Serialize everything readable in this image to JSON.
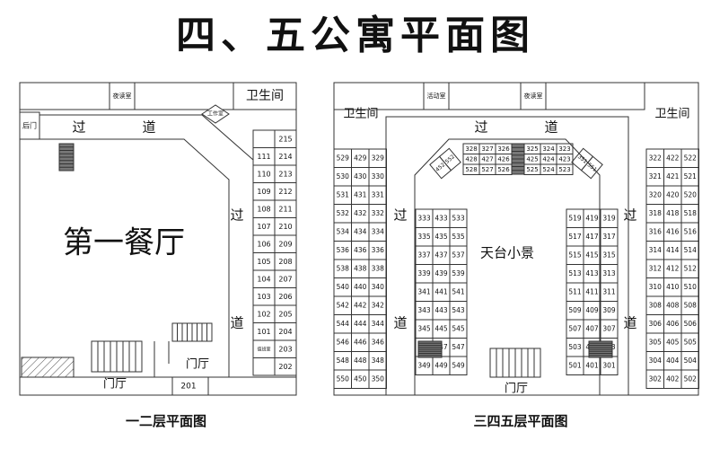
{
  "title": "四、五公寓平面图",
  "left_plan": {
    "caption": "一二层平面图",
    "labels": {
      "night_study": "夜读室",
      "work_room": "工作室",
      "bathroom": "卫生间",
      "back_door": "后门",
      "corridor_top_1": "过",
      "corridor_top_2": "道",
      "corridor_side_1": "过",
      "corridor_side_2": "道",
      "dining_hall": "第一餐厅",
      "lobby_1": "门厅",
      "lobby_2": "门厅",
      "small_room": "值班室"
    },
    "rooms": [
      [
        "",
        "215"
      ],
      [
        "111",
        "214"
      ],
      [
        "110",
        "213"
      ],
      [
        "109",
        "212"
      ],
      [
        "108",
        "211"
      ],
      [
        "107",
        "210"
      ],
      [
        "106",
        "209"
      ],
      [
        "105",
        "208"
      ],
      [
        "104",
        "207"
      ],
      [
        "103",
        "206"
      ],
      [
        "102",
        "205"
      ],
      [
        "101",
        "204"
      ],
      [
        "",
        "203"
      ],
      [
        "",
        "202"
      ]
    ],
    "room_201": "201"
  },
  "right_plan": {
    "caption": "三四五层平面图",
    "labels": {
      "activity_room": "活动室",
      "night_study": "夜读室",
      "bathroom_left": "卫生间",
      "bathroom_right": "卫生间",
      "corridor_top_1": "过",
      "corridor_top_2": "道",
      "corridor_left_1": "过",
      "corridor_left_2": "道",
      "corridor_right_1": "过",
      "corridor_right_2": "道",
      "terrace": "天台小景",
      "lobby": "门厅"
    },
    "left_col": [
      [
        "529",
        "429",
        "329"
      ],
      [
        "530",
        "430",
        "330"
      ],
      [
        "531",
        "431",
        "331"
      ],
      [
        "532",
        "432",
        "332"
      ],
      [
        "534",
        "434",
        "334"
      ],
      [
        "536",
        "436",
        "336"
      ],
      [
        "538",
        "438",
        "338"
      ],
      [
        "540",
        "440",
        "340"
      ],
      [
        "542",
        "442",
        "342"
      ],
      [
        "544",
        "444",
        "344"
      ],
      [
        "546",
        "446",
        "346"
      ],
      [
        "548",
        "448",
        "348"
      ],
      [
        "550",
        "450",
        "350"
      ]
    ],
    "inner_left": [
      [
        "333",
        "433",
        "533"
      ],
      [
        "335",
        "435",
        "535"
      ],
      [
        "337",
        "437",
        "537"
      ],
      [
        "339",
        "439",
        "539"
      ],
      [
        "341",
        "441",
        "541"
      ],
      [
        "343",
        "443",
        "543"
      ],
      [
        "345",
        "445",
        "545"
      ],
      [
        "347",
        "447",
        "547"
      ],
      [
        "349",
        "449",
        "549"
      ]
    ],
    "inner_right": [
      [
        "519",
        "419",
        "319"
      ],
      [
        "517",
        "417",
        "317"
      ],
      [
        "515",
        "415",
        "315"
      ],
      [
        "513",
        "413",
        "313"
      ],
      [
        "511",
        "411",
        "311"
      ],
      [
        "509",
        "409",
        "309"
      ],
      [
        "507",
        "407",
        "307"
      ],
      [
        "503",
        "403",
        "303"
      ],
      [
        "501",
        "401",
        "301"
      ]
    ],
    "right_col": [
      [
        "322",
        "422",
        "522"
      ],
      [
        "321",
        "421",
        "521"
      ],
      [
        "320",
        "420",
        "520"
      ],
      [
        "318",
        "418",
        "518"
      ],
      [
        "316",
        "416",
        "516"
      ],
      [
        "314",
        "414",
        "514"
      ],
      [
        "312",
        "412",
        "512"
      ],
      [
        "310",
        "410",
        "510"
      ],
      [
        "308",
        "408",
        "508"
      ],
      [
        "306",
        "406",
        "506"
      ],
      [
        "305",
        "405",
        "505"
      ],
      [
        "304",
        "404",
        "504"
      ],
      [
        "302",
        "402",
        "502"
      ]
    ],
    "top_left_block": [
      [
        "328",
        "327",
        "326"
      ],
      [
        "428",
        "427",
        "426"
      ],
      [
        "528",
        "527",
        "526"
      ]
    ],
    "top_right_block": [
      [
        "325",
        "324",
        "323"
      ],
      [
        "425",
        "424",
        "423"
      ],
      [
        "525",
        "524",
        "523"
      ]
    ],
    "diag_left": [
      [
        "452",
        "552"
      ]
    ],
    "diag_right": [
      [
        "351",
        "551"
      ]
    ]
  }
}
